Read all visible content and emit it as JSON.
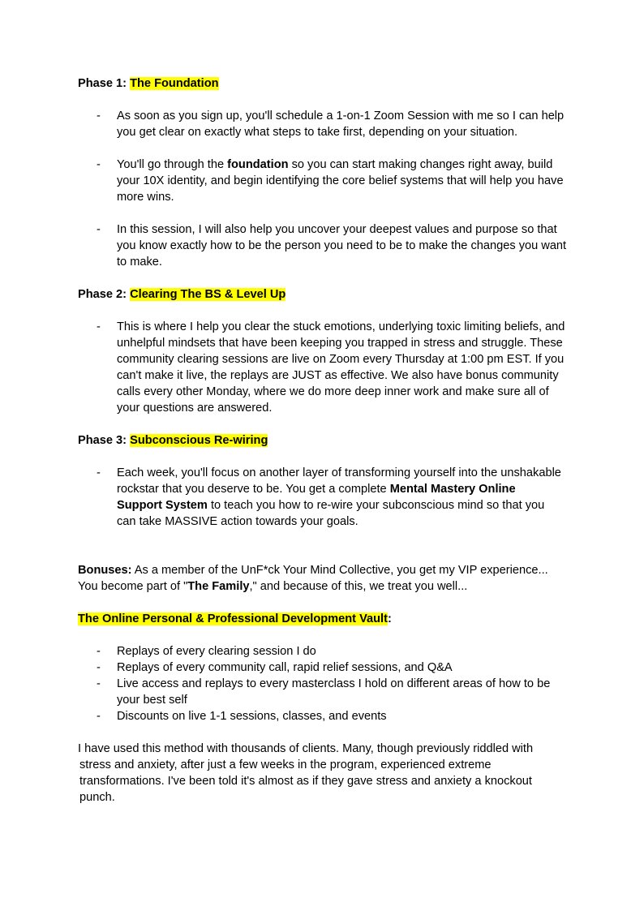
{
  "phase1": {
    "label": "Phase 1:",
    "title": "The Foundation",
    "bullets": [
      {
        "lines": [
          "As soon as you sign up, you'll schedule a 1-on-1 Zoom Session with me so I can help",
          "you get clear on exactly what steps to take first, depending on your situation."
        ]
      },
      {
        "prefix": "You'll go through the ",
        "bold": "foundation",
        "suffix": " so you can start making changes right away, build",
        "lines": [
          "your 10X identity, and begin identifying the core belief systems that will help you have",
          "more wins."
        ]
      },
      {
        "lines": [
          "In this session, I will also help you uncover your deepest values and purpose so that",
          "you know exactly how to be the person you need to be to make the changes you want",
          "to make."
        ]
      }
    ]
  },
  "phase2": {
    "label": "Phase 2:",
    "title": "Clearing The BS & Level Up",
    "lines": [
      "This is where I help you clear the stuck emotions, underlying toxic limiting beliefs, and",
      "unhelpful mindsets that have been keeping you trapped in stress and struggle. These",
      "community clearing sessions are live on Zoom every Thursday at 1:00 pm EST. If you",
      "can't make it live, the replays are JUST as effective. We also have bonus community",
      "calls every other Monday, where we do more deep inner work and make sure all of",
      "your questions are answered."
    ]
  },
  "phase3": {
    "label": "Phase 3:",
    "title": "Subconscious Re-wiring",
    "line1": "Each week, you'll focus on another layer of transforming yourself into the unshakable",
    "line2_prefix": "rockstar that you deserve to be. You get a complete ",
    "line2_bold": "Mental Mastery Online",
    "line3_bold": "Support System",
    "line3_suffix": " to teach you how to re-wire your subconscious mind so that you",
    "line4": "can take MASSIVE action towards your goals."
  },
  "bonuses": {
    "label": "Bonuses:",
    "line1": " As a member of the UnF*ck Your Mind Collective, you get my VIP experience...",
    "line2_prefix": "You become part of \"",
    "line2_bold": "The Family",
    "line2_suffix": ",\" and because of this, we treat you well..."
  },
  "vault": {
    "title": "The Online Personal & Professional Development Vault",
    "colon": ":",
    "items": [
      "Replays of every clearing session I do",
      "Replays of every community call, rapid relief sessions, and Q&A",
      "Live access and replays to every masterclass I hold on different areas of how to be",
      "your best self",
      "Discounts on live 1-1 sessions, classes, and events"
    ]
  },
  "closing": {
    "lines": [
      "I have used this method with thousands of clients. Many, though previously riddled with",
      "stress and anxiety,  after just a few weeks in the program, experienced extreme",
      "transformations.  I've been told it's almost as if they gave stress and anxiety a knockout",
      "punch."
    ]
  },
  "dash": "-"
}
